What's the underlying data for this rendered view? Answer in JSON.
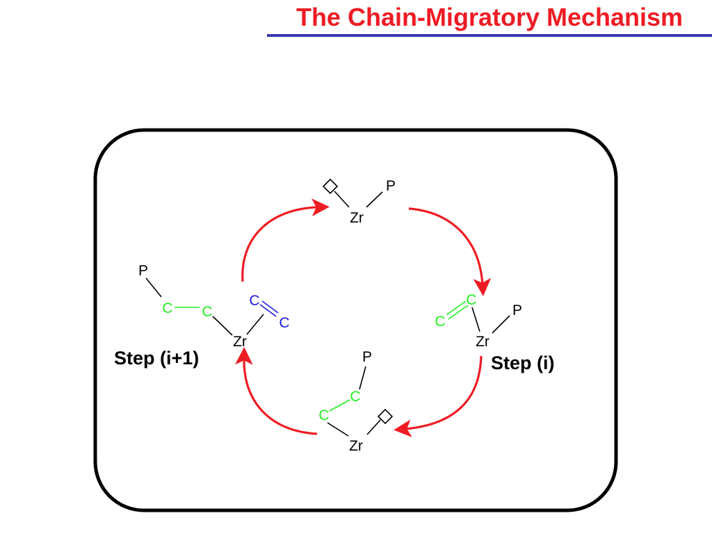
{
  "slide": {
    "title": "The Chain-Migratory Mechanism"
  },
  "colors": {
    "title": "#ee1c24",
    "rule": "#3a3ab0",
    "arrow": "#ee1c24",
    "chain_carbon": "#22ee22",
    "monomer_carbon": "#1c1cdd",
    "bond": "#000000"
  },
  "diagram": {
    "step_labels": {
      "left": "Step (i+1)",
      "right": "Step (i)"
    },
    "top_structure": {
      "metal": "Zr",
      "polymer": "P"
    },
    "right_structure": {
      "metal": "Zr",
      "polymer": "P",
      "carbon_a": "C",
      "carbon_b": "C"
    },
    "bottom_structure": {
      "metal": "Zr",
      "polymer": "P",
      "carbon_a": "C",
      "carbon_b": "C"
    },
    "left_structure": {
      "metal": "Zr",
      "polymer": "P",
      "chain_c1": "C",
      "chain_c2": "C",
      "monomer_c1": "C",
      "monomer_c2": "C"
    }
  }
}
